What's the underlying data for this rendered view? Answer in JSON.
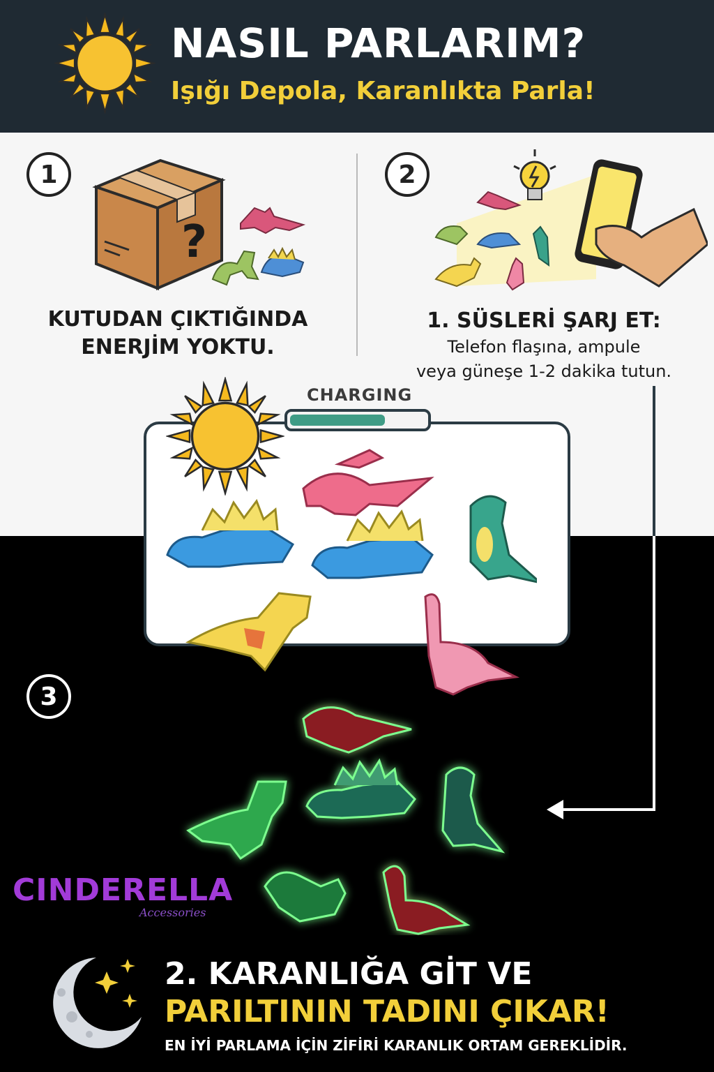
{
  "header": {
    "title": "NASIL PARLARIM?",
    "subtitle": "Işığı Depola, Karanlıkta Parla!",
    "icon": "sun-icon"
  },
  "steps": [
    {
      "number": "1",
      "text_line1": "KUTUDAN ÇIKTIĞINDA",
      "text_line2": "ENERJİM YOKTU."
    },
    {
      "number": "2",
      "title": "1. SÜSLERİ ŞARJ ET:",
      "text_line1": "Telefon flaşına, ampule",
      "text_line2": "veya güneşe 1-2 dakika tutun."
    },
    {
      "number": "3"
    }
  ],
  "charging": {
    "label": "CHARGING",
    "level": 0.7
  },
  "brand": {
    "name": "CINDERELLA",
    "tagline": "Accessories"
  },
  "bottom": {
    "title_line1": "2. KARANLIĞA GİT VE",
    "title_line2": "PARILTININ TADINI ÇIKAR!",
    "note": "EN İYİ PARLAMA İÇİN ZİFİRİ KARANLIK ORTAM GEREKLİDİR."
  },
  "colors": {
    "header_bg": "#1f2a33",
    "accent_yellow": "#f2cf3a",
    "glow_green": "#5cff7a",
    "charge_fill": "#3f9c86",
    "brand_purple": "#a23bd8"
  }
}
